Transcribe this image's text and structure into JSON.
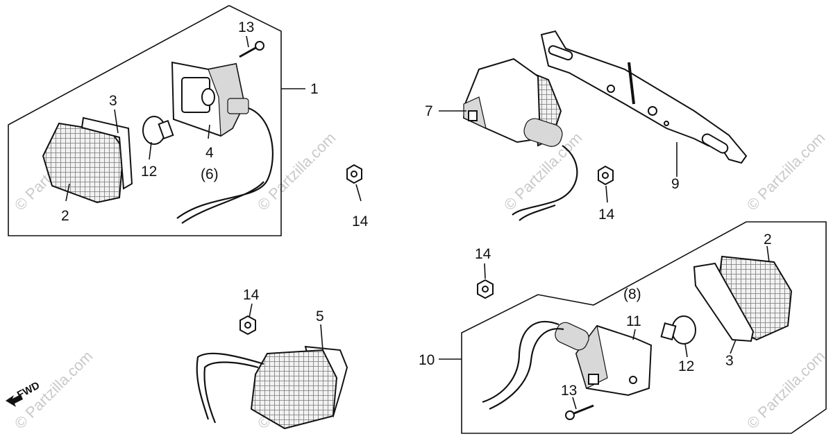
{
  "diagram": {
    "direction_label": "FWD",
    "watermark_text": "© Partzilla.com",
    "callouts": [
      {
        "id": "c1",
        "label": "1"
      },
      {
        "id": "c2a",
        "label": "2"
      },
      {
        "id": "c2b",
        "label": "2"
      },
      {
        "id": "c3a",
        "label": "3"
      },
      {
        "id": "c3b",
        "label": "3"
      },
      {
        "id": "c4",
        "label": "4"
      },
      {
        "id": "c6",
        "label": "(6)"
      },
      {
        "id": "c5",
        "label": "5"
      },
      {
        "id": "c7",
        "label": "7"
      },
      {
        "id": "c8",
        "label": "(8)"
      },
      {
        "id": "c9",
        "label": "9"
      },
      {
        "id": "c10",
        "label": "10"
      },
      {
        "id": "c11",
        "label": "11"
      },
      {
        "id": "c12a",
        "label": "12"
      },
      {
        "id": "c12b",
        "label": "12"
      },
      {
        "id": "c13a",
        "label": "13"
      },
      {
        "id": "c13b",
        "label": "13"
      },
      {
        "id": "c14a",
        "label": "14"
      },
      {
        "id": "c14b",
        "label": "14"
      },
      {
        "id": "c14c",
        "label": "14"
      },
      {
        "id": "c14d",
        "label": "14"
      }
    ]
  }
}
